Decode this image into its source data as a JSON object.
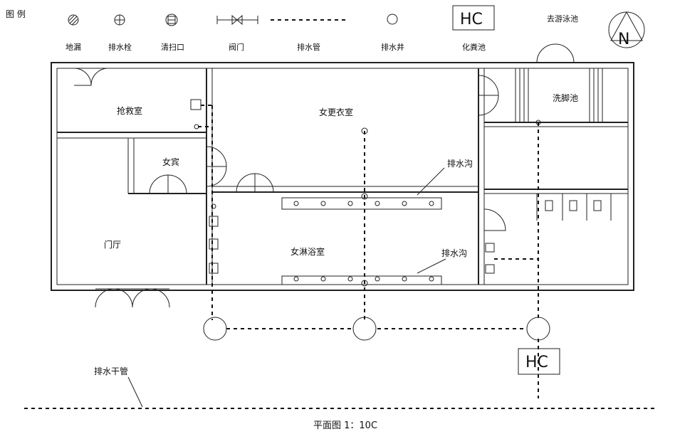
{
  "legend": {
    "heading": "图 例",
    "items": [
      {
        "key": "floor-drain",
        "label": "地漏"
      },
      {
        "key": "drain-plug",
        "label": "排水栓"
      },
      {
        "key": "cleanout",
        "label": "清扫口"
      },
      {
        "key": "valve",
        "label": "阀门"
      },
      {
        "key": "drain-pipe",
        "label": "排水管"
      },
      {
        "key": "drain-well",
        "label": "排水井"
      },
      {
        "key": "septic-tank",
        "label": "化粪池"
      }
    ],
    "septic_symbol_text": "HC"
  },
  "rooms": {
    "first_aid": "抢救室",
    "women_changing": "女更衣室",
    "women_toilet": "女宾",
    "lobby": "门厅",
    "women_shower": "女淋浴室",
    "foot_bath": "洗脚池"
  },
  "annotations": {
    "to_pool": "去游泳池",
    "drain_ditch_upper": "排水沟",
    "drain_ditch_lower": "排水沟",
    "main_pipe": "排水干管",
    "septic_tank": "HC"
  },
  "compass": {
    "label": "N"
  },
  "caption": "平面图 1：10C",
  "colors": {
    "line": "#222222",
    "background": "#ffffff"
  }
}
